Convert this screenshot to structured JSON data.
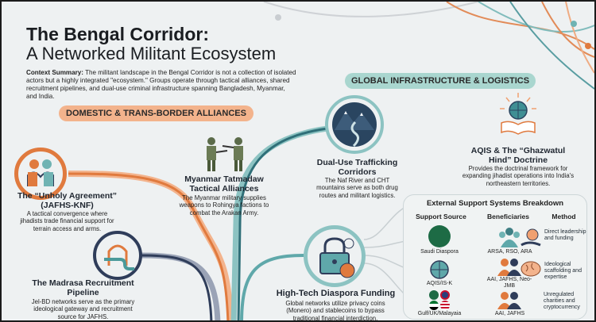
{
  "header": {
    "title_line1": "The Bengal Corridor:",
    "title_line2": "A Networked Militant Ecosystem",
    "context_label": "Context Summary:",
    "context_text": " The militant landscape in the Bengal Corridor is not a collection of isolated actors but a highly integrated \"ecosystem.\" Groups operate through tactical alliances, shared recruitment pipelines, and dual-use criminal infrastructure spanning Bangladesh, Myanmar, and India."
  },
  "sections": {
    "domestic": "DOMESTIC & TRANS-BORDER ALLIANCES",
    "global": "GLOBAL INFRASTRUCTURE & LOGISTICS"
  },
  "nodes": {
    "unholy": {
      "title": "The “Unholy Agreement” (JAFHS-KNF)",
      "desc": "A tactical convergence where jihadists trade financial support for terrain access and arms.",
      "icon": "handshake-icon"
    },
    "myanmar": {
      "title": "Myanmar Tatmadaw Tactical Alliances",
      "desc": "The Myanmar military supplies weapons to Rohingya factions to combat the Arakan Army.",
      "icon": "soldiers-icon"
    },
    "madrasa": {
      "title": "The Madrasa Recruitment Pipeline",
      "desc": "Jel-BD networks serve as the primary ideological gateway and recruitment source for JAFHS.",
      "icon": "madrasa-pipe-icon"
    },
    "dualuse": {
      "title": "Dual-Use Trafficking Corridors",
      "desc": "The Naf River and CHT mountains serve as both drug routes and militant logistics.",
      "icon": "mountain-river-icon"
    },
    "aqis": {
      "title": "AQIS & The “Ghazwatul Hind” Doctrine",
      "desc": "Provides the doctrinal framework for expanding jihadist operations into India's northeastern territories.",
      "icon": "globe-book-icon"
    },
    "diaspora": {
      "title": "High-Tech Diaspora Funding",
      "desc": "Global networks utilize privacy coins (Monero) and stablecoins to bypass traditional financial interdiction.",
      "icon": "lock-coin-icon"
    }
  },
  "breakdown": {
    "title": "External Support Systems Breakdown",
    "columns": [
      "Support Source",
      "Beneficiaries",
      "Method"
    ],
    "rows": [
      {
        "source": "Saudi Diaspora",
        "beneficiaries": "ARSA, RSO, ARA",
        "method": "Direct leadership and funding"
      },
      {
        "source": "AQIS/IS-K",
        "beneficiaries": "AAI, JAFHS, Neo-JMB",
        "method": "Ideological scaffolding and expertise"
      },
      {
        "source": "Gulf/UK/Malayaia",
        "beneficiaries": "AAI, JAFHS",
        "method": "Unregulated charities and cryptocurrency"
      }
    ]
  },
  "colors": {
    "orange": "#e07a3e",
    "teal": "#3f8f94",
    "navy": "#2f3d5a",
    "bg": "#eef1f2"
  }
}
